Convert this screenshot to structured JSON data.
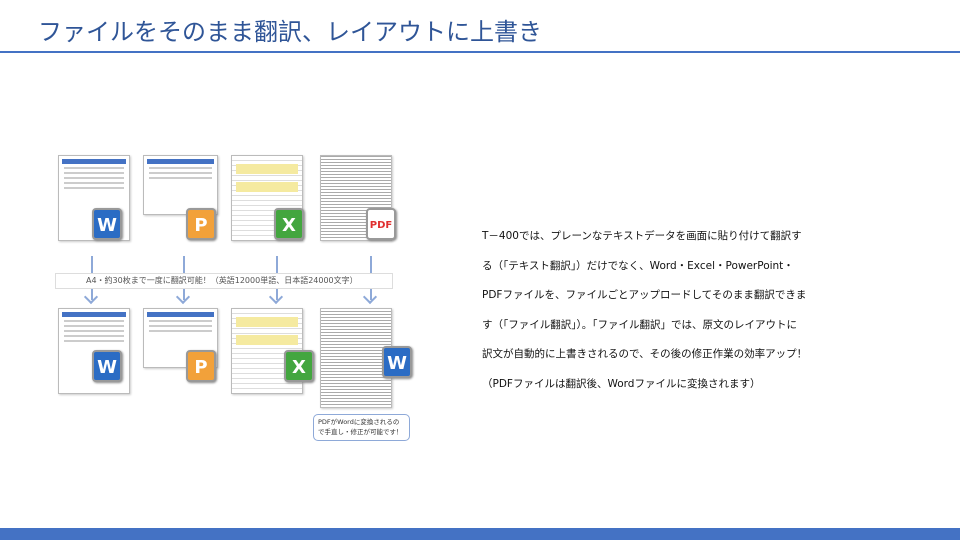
{
  "title": "ファイルをそのまま翻訳、レイアウトに上書き",
  "diagram": {
    "banner": "A4・約30枚まで一度に翻訳可能！（英語12000単語、日本語24000文字）",
    "note": "PDFがWordに変換されるので手直し・修正が可能です！",
    "icons": {
      "word": "W",
      "ppt": "P",
      "excel": "X",
      "pdf": "PDF"
    }
  },
  "body": [
    "T－400では、プレーンなテキストデータを画面に貼り付けて翻訳す",
    "る（「テキスト翻訳」）だけでなく、Word・Excel・PowerPoint・",
    "PDFファイルを、ファイルごとアップロードしてそのまま翻訳できま",
    "す（「ファイル翻訳」）。「ファイル翻訳」では、原文のレイアウトに",
    "訳文が自動的に上書きされるので、その後の修正作業の効率アップ！",
    "（PDFファイルは翻訳後、Wordファイルに変換されます）"
  ],
  "colors": {
    "accent": "#4472c4",
    "title": "#2f5597"
  }
}
